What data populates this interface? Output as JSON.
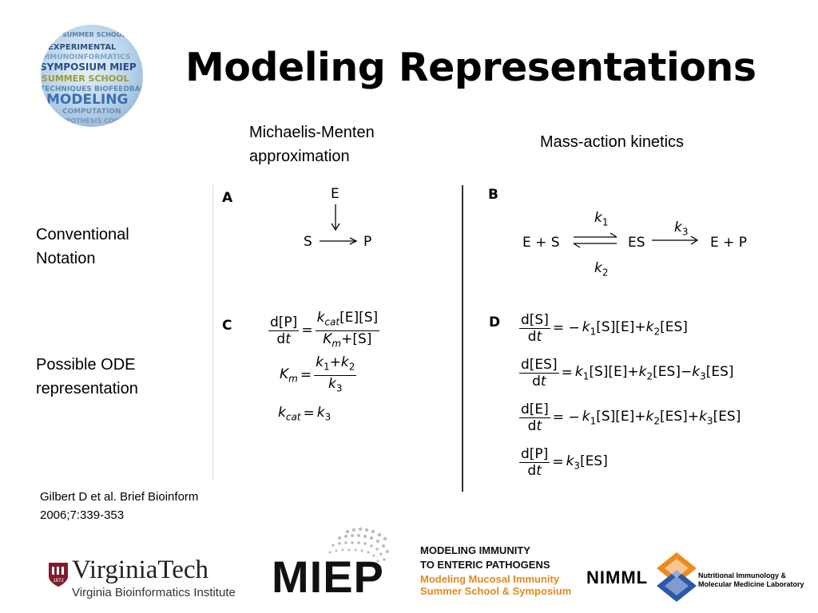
{
  "slide": {
    "title": "Modeling Representations",
    "columns": {
      "mm": [
        "Michaelis-Menten",
        "approximation"
      ],
      "ma": "Mass-action kinetics"
    },
    "rows": {
      "conventional": [
        "Conventional",
        "Notation"
      ],
      "ode": [
        "Possible ODE",
        "representation"
      ]
    },
    "citation": [
      "Gilbert D et al. Brief Bioinform",
      "2006;7:339-353"
    ]
  },
  "figure": {
    "labels": {
      "a": "A",
      "b": "B",
      "c": "C",
      "d": "D"
    },
    "panel_a": {
      "enzyme": "E",
      "substrate": "S",
      "product": "P"
    },
    "panel_b": {
      "left": "E + S",
      "complex": "ES",
      "right": "E + P",
      "k1": "k",
      "k1_sub": "1",
      "k2": "k",
      "k2_sub": "2",
      "k3": "k",
      "k3_sub": "3"
    }
  },
  "logos": {
    "symposium_words": [
      "SUMMER SCHOOL",
      "EXPERIMENTAL",
      "IMMUNOINFORMATICS",
      "SYMPOSIUM MIEP",
      "SUMMER SCHOOL",
      "TECHNIQUES BIOFEEDBACK",
      "MODELING",
      "COMPUTATION",
      "HYPOTHESIS CODE"
    ],
    "vt": {
      "name": "VirginiaTech",
      "sub": "Virginia Bioinformatics Institute",
      "shield_year": "1872"
    },
    "miep": {
      "mark": "MIEP",
      "line1": "MODELING IMMUNITY",
      "line2": "TO ENTERIC PATHOGENS",
      "line3": "Modeling Mucosal Immunity",
      "line4": "Summer School & Symposium"
    },
    "nimml": {
      "mark": "NIMML",
      "line1": "Nutritional Immunology &",
      "line2": "Molecular Medicine Laboratory"
    }
  },
  "colors": {
    "vt_maroon": "#7a1f2b",
    "miep_orange": "#e08a1e",
    "nimml_orange": "#f08a1c",
    "nimml_blue": "#2a5aa8"
  }
}
